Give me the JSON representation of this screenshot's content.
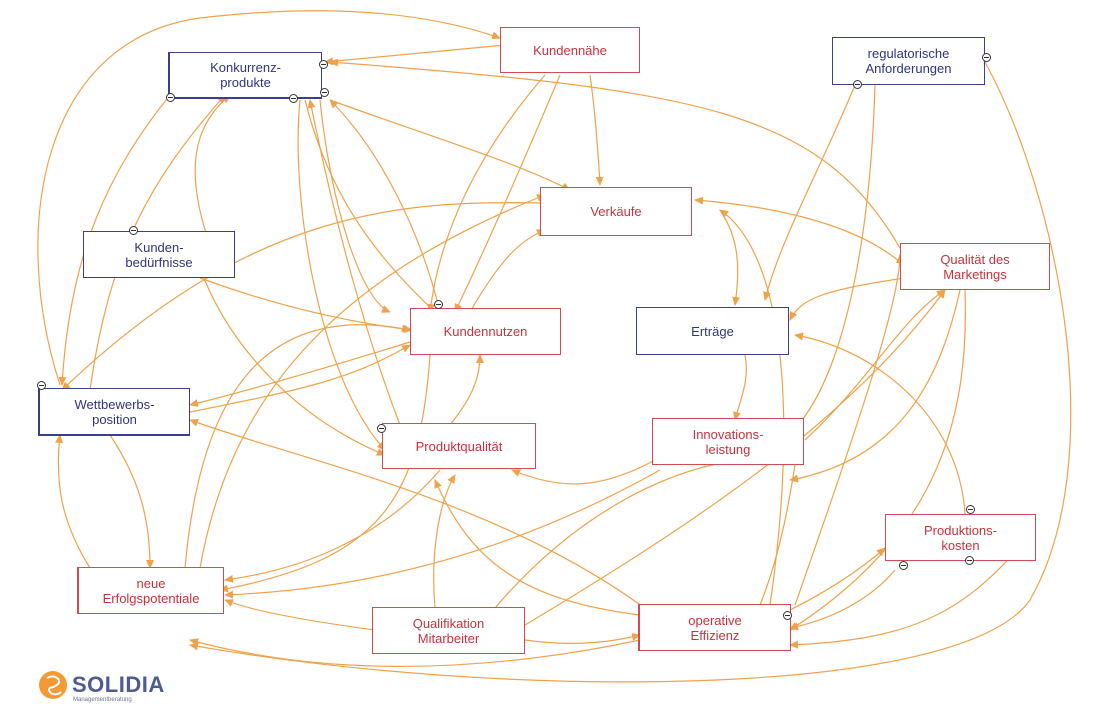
{
  "nodes": {
    "kundennaehe": "Kundennähe",
    "konkurrenzprodukte": "Konkurrenz-\nprodukte",
    "regulatorische": "regulatorische\nAnforderungen",
    "verkaeufe": "Verkäufe",
    "kundenbeduerfnisse": "Kunden-\nbedürfnisse",
    "qualitaet_marketing": "Qualität des\nMarketings",
    "kundennutzen": "Kundennutzen",
    "ertraege": "Erträge",
    "wettbewerbsposition": "Wettbewerbs-\nposition",
    "produktqualitaet": "Produktqualität",
    "innovationsleistung": "Innovations-\nleistung",
    "produktionskosten": "Produktions-\nkosten",
    "erfolgspotentiale": "neue\nErfolgspotentiale",
    "qualifikation": "Qualifikation\nMitarbeiter",
    "operative_effizienz": "operative\nEffizienz"
  },
  "logo": {
    "name": "SOLIDIA",
    "subtitle": "Managementberatung"
  },
  "colors": {
    "arrow": "#f0a24a",
    "node_red": "#c8323c",
    "node_blue": "#2e3484",
    "logo_orange": "#f39a36"
  }
}
